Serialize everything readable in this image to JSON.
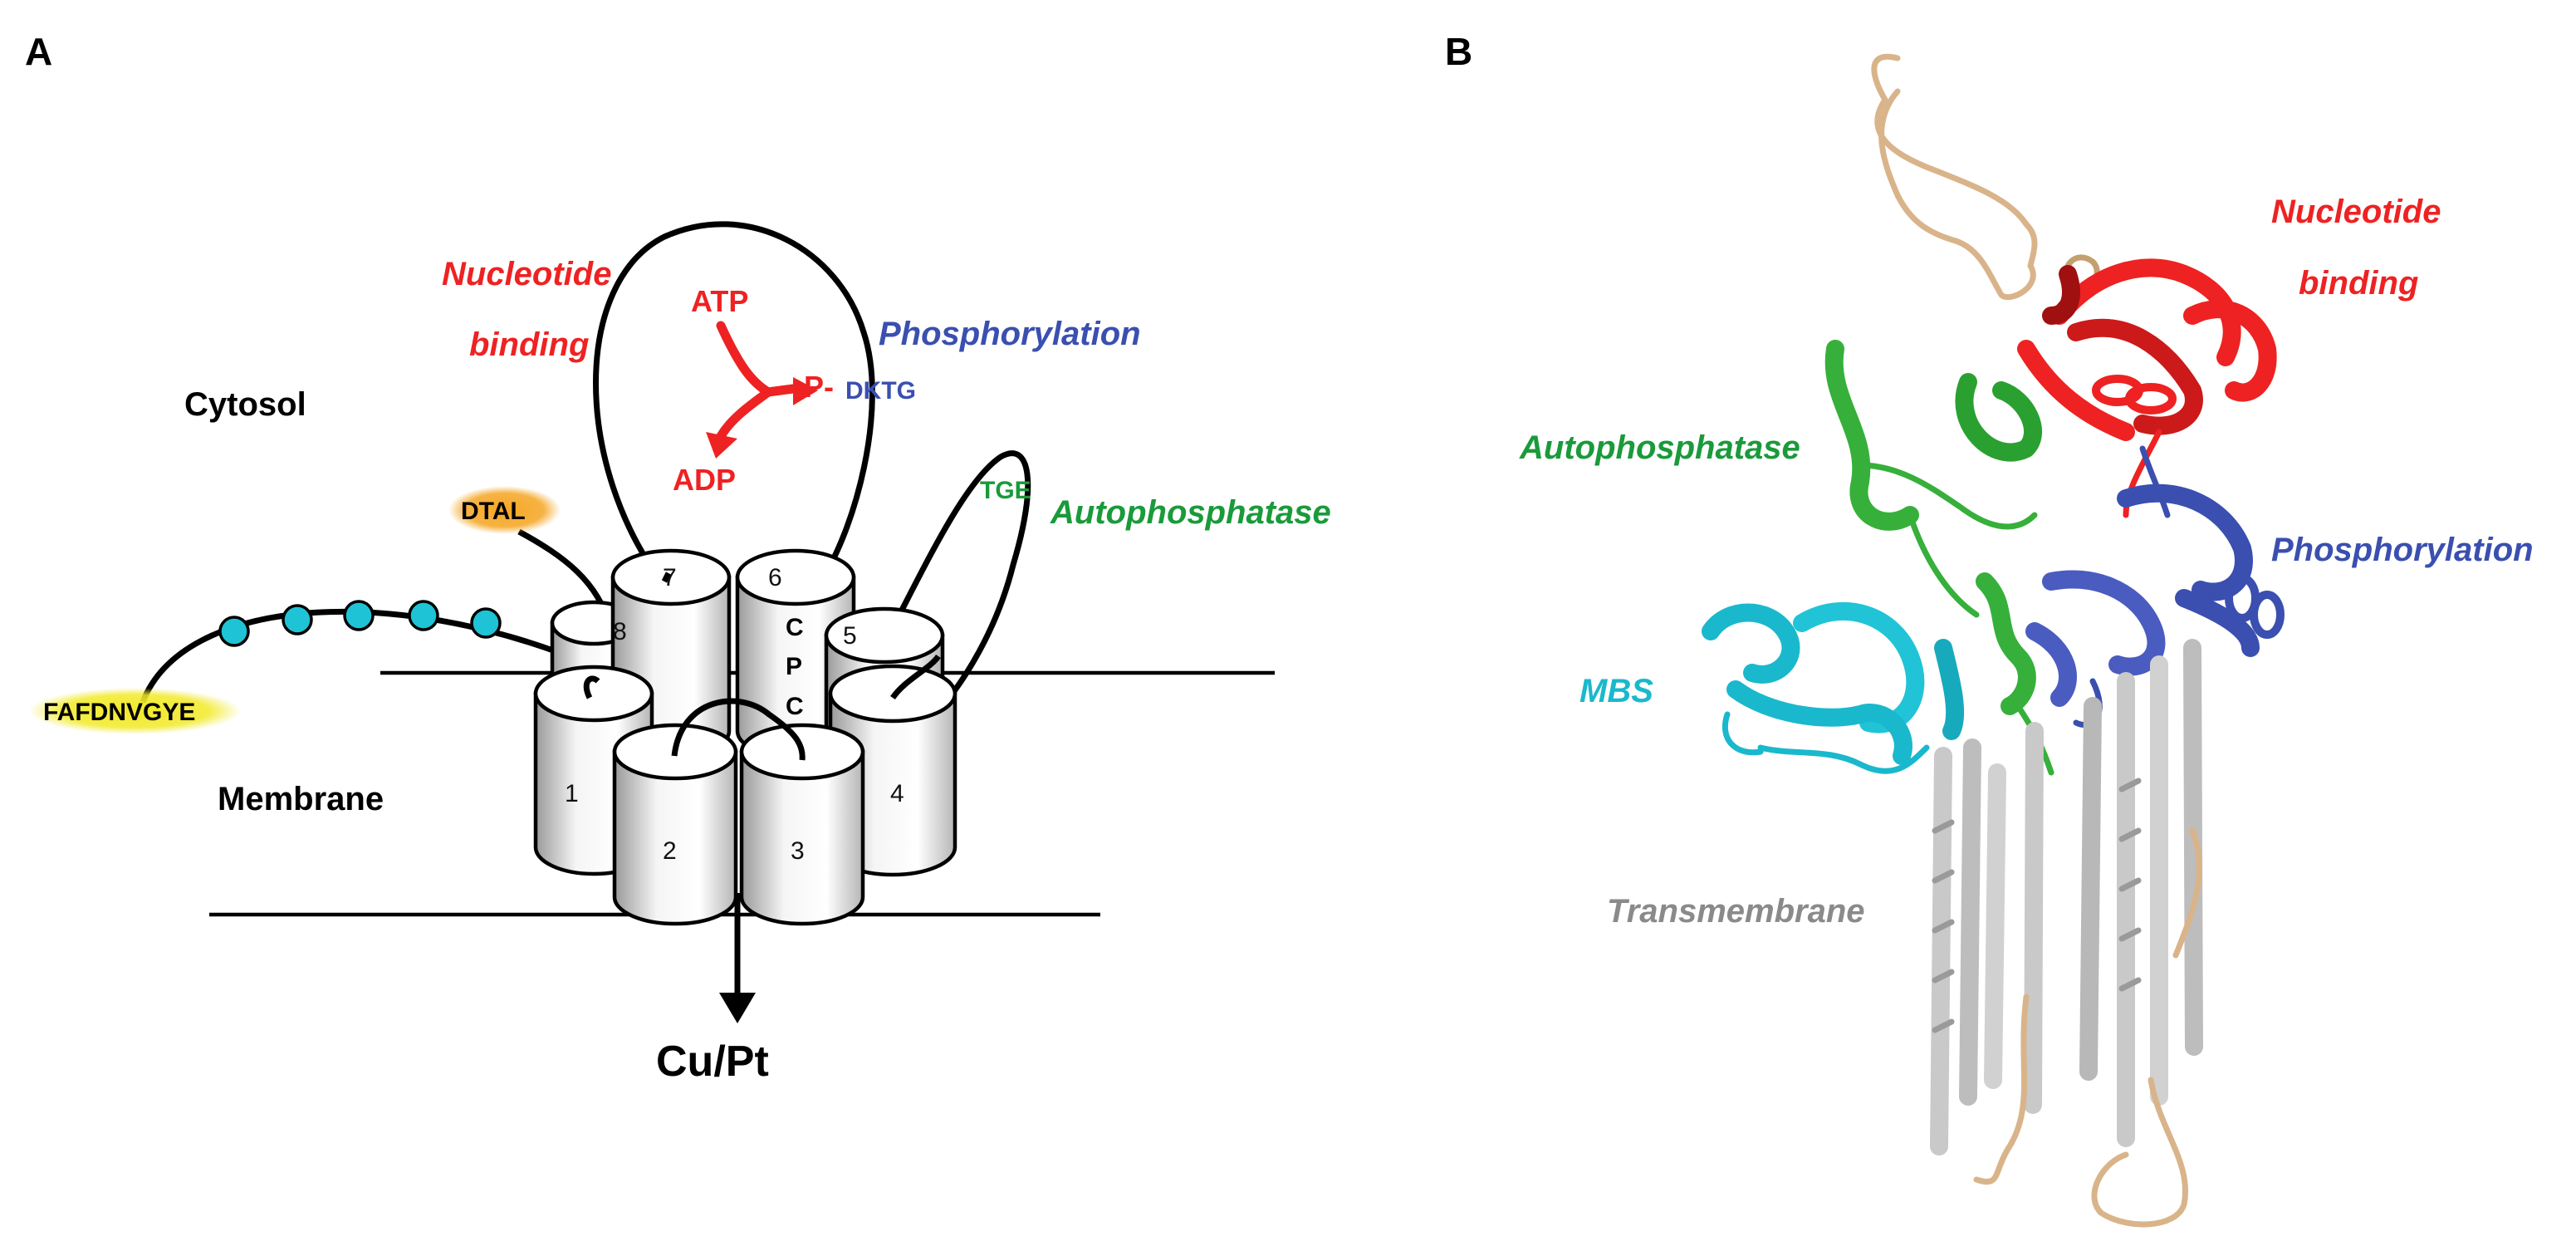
{
  "panel_a": {
    "letter": "A",
    "cytosol_label": "Cytosol",
    "membrane_label": "Membrane",
    "nucleotide_label_line1": "Nucleotide",
    "nucleotide_label_line2": "binding",
    "phosphorylation_label": "Phosphorylation",
    "autophosphatase_label": "Autophosphatase",
    "atp_label": "ATP",
    "adp_label": "ADP",
    "phospho_label": "P-",
    "dktg_motif": "DKTG",
    "tge_motif": "TGE",
    "dtal_motif": "DTAL",
    "nterm_motif": "FAFDNVGYE",
    "cpc_letters": [
      "C",
      "P",
      "C"
    ],
    "helix_numbers": [
      "1",
      "2",
      "3",
      "4",
      "5",
      "6",
      "7",
      "8"
    ],
    "output_label": "Cu/Pt"
  },
  "panel_b": {
    "letter": "B",
    "nucleotide_label_line1": "Nucleotide",
    "nucleotide_label_line2": "binding",
    "autophosphatase_label": "Autophosphatase",
    "phosphorylation_label": "Phosphorylation",
    "mbs_label": "MBS",
    "transmembrane_label": "Transmembrane"
  },
  "colors": {
    "nucleotide": "#ee2222",
    "phosphorylation": "#3a4fb0",
    "autophosphatase": "#1a9a3a",
    "mbs": "#1ab8cc",
    "transmembrane": "#8a8a8a",
    "dtal_glow": "#f5a623",
    "nterm_glow": "#f2ea2a",
    "bead": "#1fc3d6",
    "tan": "#d9b48a",
    "helix_gray": "#c9c9c9"
  }
}
